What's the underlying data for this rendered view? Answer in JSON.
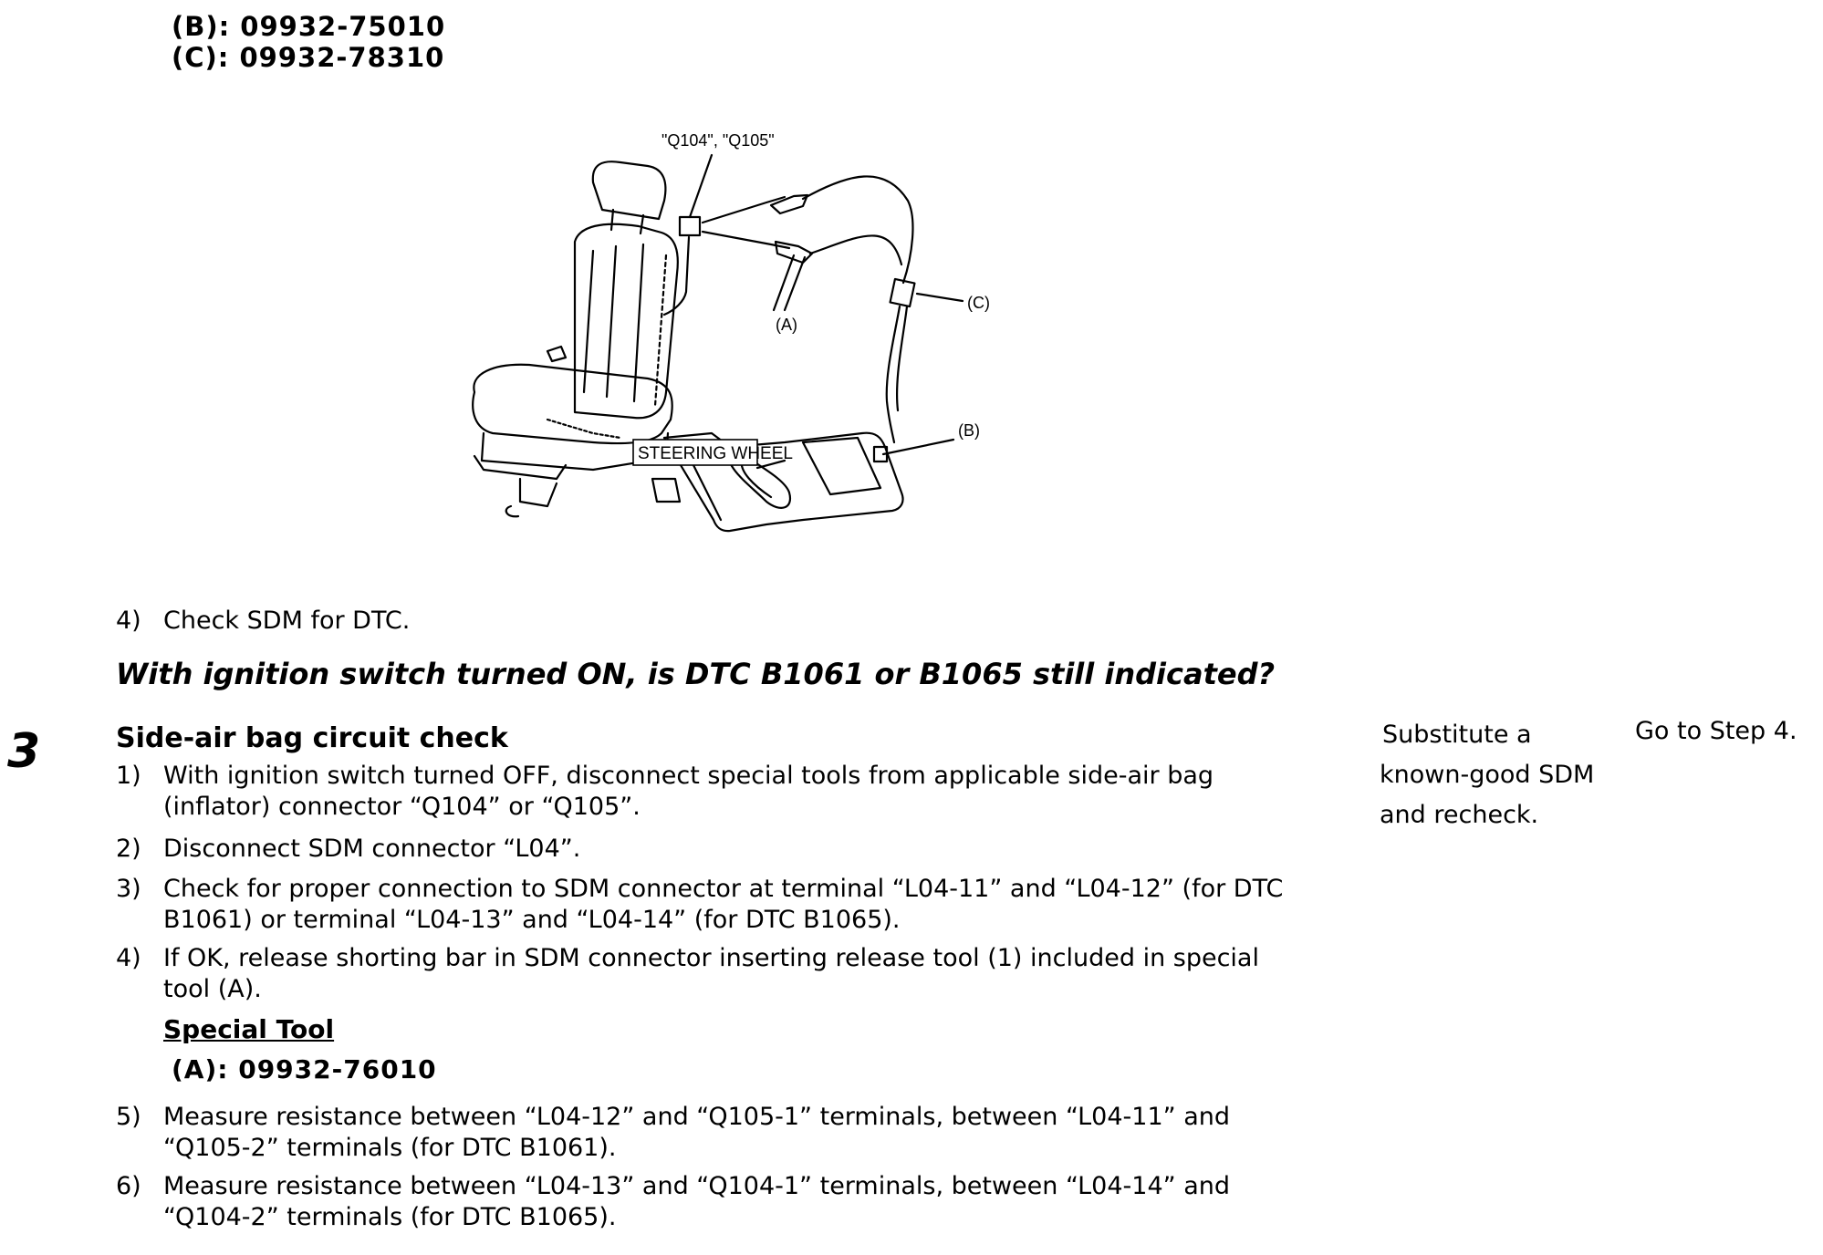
{
  "top_tools": {
    "b": "(B): 09932-75010",
    "c": "(C): 09932-78310"
  },
  "figure": {
    "label_connectors": "\"Q104\", \"Q105\"",
    "label_a": "(A)",
    "label_b": "(B)",
    "label_c": "(C)",
    "label_steering": "STEERING WHEEL"
  },
  "prev_step": {
    "item4_num": "4)",
    "item4_text": "Check SDM for DTC.",
    "question": "With ignition switch turned ON, is DTC B1061 or B1065 still indicated?"
  },
  "step3": {
    "number": "3",
    "title": "Side-air bag circuit check",
    "items": [
      {
        "num": "1)",
        "lines": [
          "With ignition switch turned OFF, disconnect special tools from applicable side-air bag",
          "(inflator) connector “Q104” or “Q105”."
        ]
      },
      {
        "num": "2)",
        "lines": [
          "Disconnect SDM connector “L04”."
        ]
      },
      {
        "num": "3)",
        "lines": [
          "Check for proper connection to SDM connector at terminal “L04-11” and “L04-12” (for DTC",
          "B1061) or terminal “L04-13” and “L04-14” (for DTC B1065)."
        ]
      },
      {
        "num": "4)",
        "lines": [
          "If OK, release shorting bar in SDM connector inserting release tool (1) included in special",
          "tool (A)."
        ]
      },
      {
        "num": "5)",
        "lines": [
          "Measure resistance between “L04-12” and “Q105-1” terminals, between “L04-11” and",
          "“Q105-2” terminals (for DTC B1061)."
        ]
      },
      {
        "num": "6)",
        "lines": [
          "Measure resistance between “L04-13” and “Q104-1” terminals, between “L04-14” and",
          "“Q104-2” terminals (for DTC B1065)."
        ]
      }
    ],
    "special_tool_label": "Special Tool",
    "special_tool_code": "(A): 09932-76010"
  },
  "yes_col": {
    "lines": [
      "Substitute a",
      "known-good SDM",
      "and recheck."
    ]
  },
  "no_col": {
    "text": "Go to Step 4."
  }
}
